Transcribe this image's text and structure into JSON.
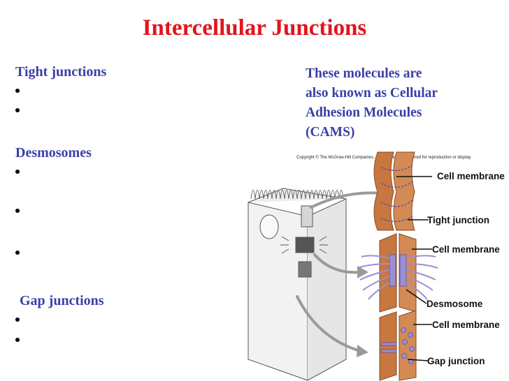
{
  "title": "Intercellular Junctions",
  "left": {
    "tight_heading": "Tight junctions",
    "desmosomes_heading": "Desmosomes",
    "gap_heading": "Gap junctions"
  },
  "note": {
    "line1": "These molecules are",
    "line2": "also known as Cellular",
    "line3": "Adhesion Molecules",
    "line4": "(CAMS)"
  },
  "figure": {
    "copyright": "Copyright © The McGraw-Hill Companies, Inc. Permission required for reproduction or display.",
    "labels": {
      "cell_membrane_1": "Cell membrane",
      "tight_junction": "Tight junction",
      "cell_membrane_2": "Cell membrane",
      "desmosome": "Desmosome",
      "cell_membrane_3": "Cell membrane",
      "gap_junction": "Gap junction"
    },
    "colors": {
      "membrane": "#c8773f",
      "membrane_dark": "#8a4a22",
      "protein": "#9a8fd0",
      "protein_dark": "#5b4fa8",
      "arrow": "#9a9a9a"
    }
  }
}
